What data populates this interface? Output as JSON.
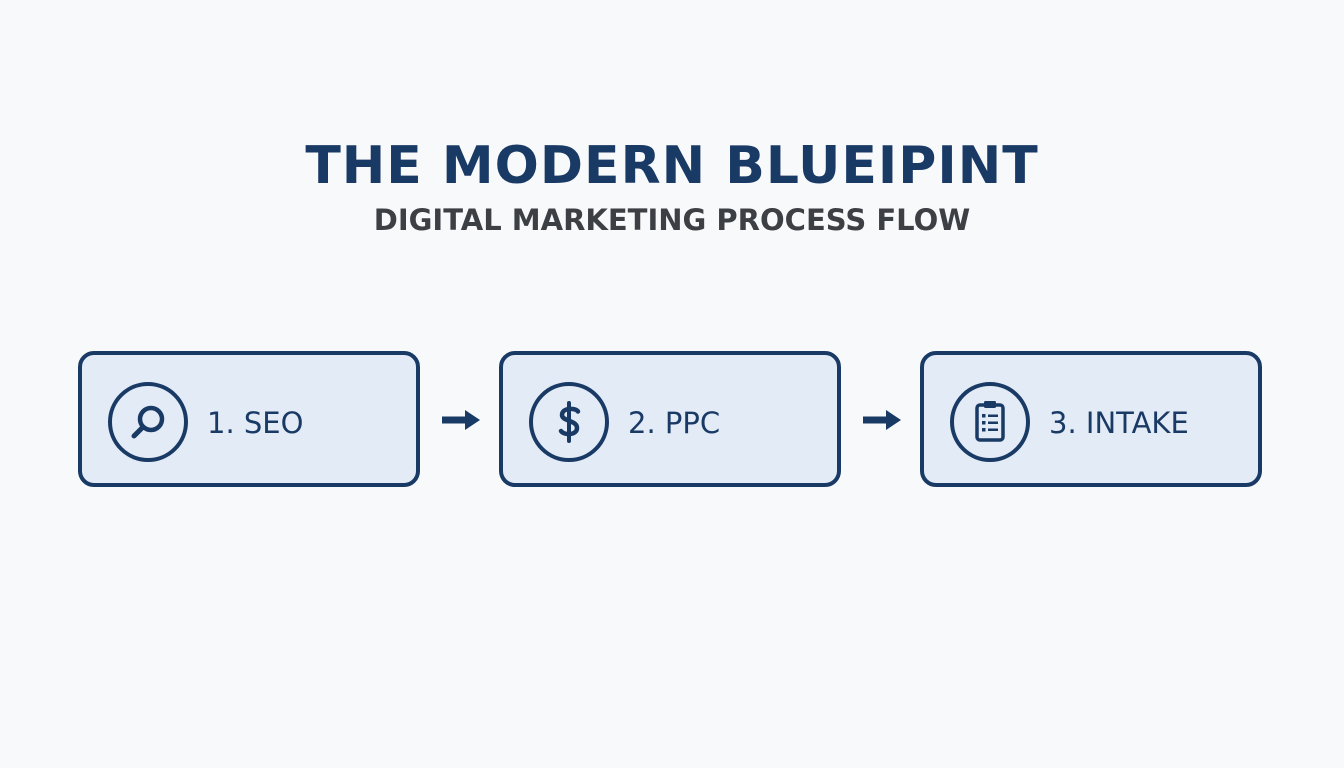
{
  "title": "THE MODERN BLUEIPINT",
  "subtitle": "DIGITAL MARKETING PROCESS FLOW",
  "colors": {
    "primary": "#1a3a66",
    "subtitle": "#3c3f44",
    "box_fill": "#e3ebf6",
    "background": "#f8f9fa"
  },
  "steps": [
    {
      "label": "1. SEO",
      "icon": "magnifying-glass-icon"
    },
    {
      "label": "2. PPC",
      "icon": "dollar-sign-icon"
    },
    {
      "label": "3. INTAKE",
      "icon": "clipboard-list-icon"
    }
  ],
  "connectors": [
    {
      "icon": "arrow-right-icon",
      "from": "1. SEO",
      "to": "2. PPC"
    },
    {
      "icon": "arrow-right-icon",
      "from": "2. PPC",
      "to": "3. INTAKE"
    }
  ]
}
